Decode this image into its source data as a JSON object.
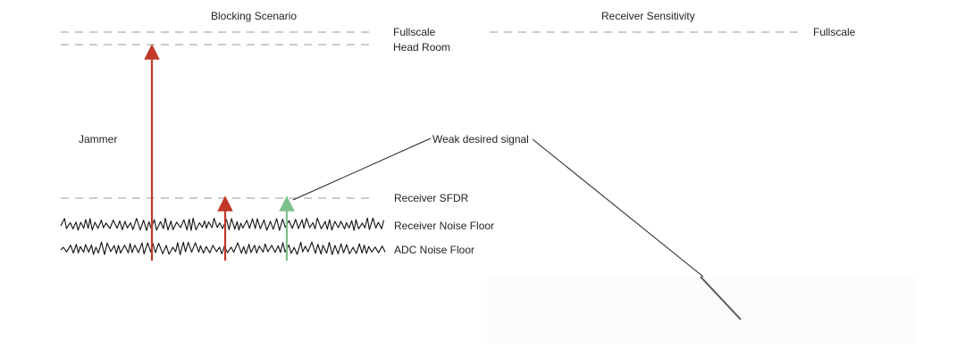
{
  "titles": {
    "left": "Blocking Scenario",
    "right": "Receiver Sensitivity"
  },
  "levels": {
    "fullscale_left": "Fullscale",
    "head_room": "Head Room",
    "fullscale_right": "Fullscale",
    "receiver_sfdr": "Receiver SFDR",
    "receiver_noise_floor": "Receiver Noise Floor",
    "adc_noise_floor": "ADC Noise Floor"
  },
  "signals": {
    "jammer": "Jammer",
    "weak_desired_signal": "Weak desired signal"
  },
  "colors": {
    "jammer_arrow": "#c0392b",
    "desired_arrow": "#7dbf8e",
    "dashed_line": "#9a9a9a",
    "noise": "#111111",
    "text": "#222222"
  }
}
